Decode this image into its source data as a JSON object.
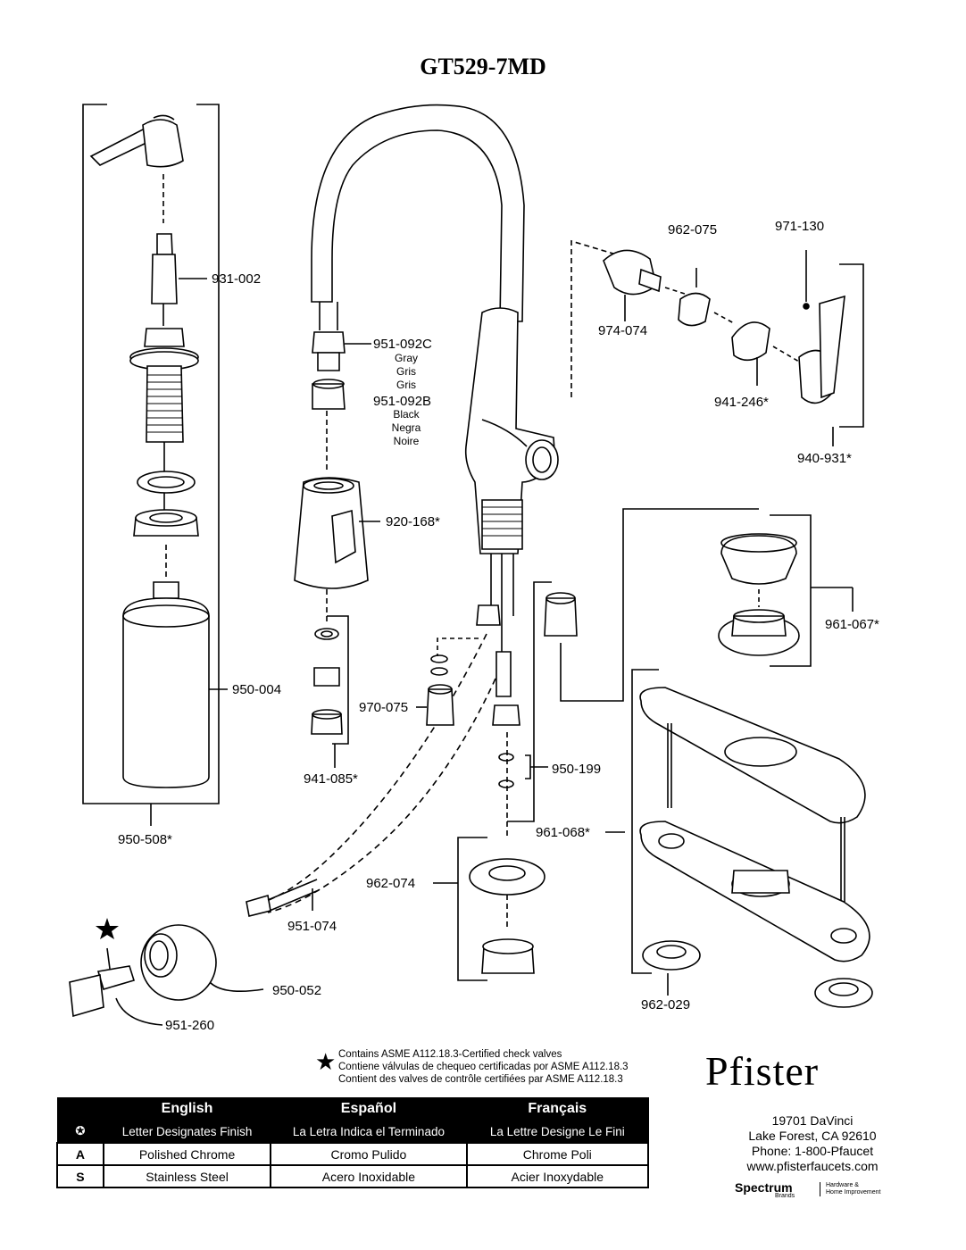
{
  "title": "GT529-7MD",
  "parts": {
    "p931_002": "931-002",
    "p950_004": "950-004",
    "p950_508": "950-508*",
    "p951_092C": "951-092C",
    "gray_en": "Gray",
    "gray_es": "Gris",
    "gray_fr": "Gris",
    "p951_092B": "951-092B",
    "black_en": "Black",
    "black_es": "Negra",
    "black_fr": "Noire",
    "p920_168": "920-168*",
    "p941_085": "941-085*",
    "p970_075": "970-075",
    "p951_074": "951-074",
    "p950_052": "950-052",
    "p951_260": "951-260",
    "p974_074": "974-074",
    "p962_075": "962-075",
    "p971_130": "971-130",
    "p941_246": "941-246*",
    "p940_931": "940-931*",
    "p961_067": "961-067*",
    "p950_199": "950-199",
    "p961_068": "961-068*",
    "p962_074": "962-074",
    "p962_029": "962-029"
  },
  "note": {
    "line_en": "Contains ASME A112.18.3-Certified check valves",
    "line_es": "Contiene válvulas de chequeo certificadas por ASME A112.18.3",
    "line_fr": "Contient des valves de contrôle certifiées par ASME A112.18.3"
  },
  "finish_table": {
    "headers": [
      "English",
      "Español",
      "Français"
    ],
    "key_symbol": "✪",
    "subheaders": [
      "Letter Designates Finish",
      "La Letra Indica el Terminado",
      "La Lettre Designe Le Fini"
    ],
    "rows": [
      {
        "code": "A",
        "en": "Polished Chrome",
        "es": "Cromo Pulido",
        "fr": "Chrome Poli"
      },
      {
        "code": "S",
        "en": "Stainless Steel",
        "es": "Acero Inoxidable",
        "fr": "Acier Inoxydable"
      }
    ]
  },
  "brand": {
    "logo": "Pfister",
    "address1": "19701 DaVinci",
    "address2": "Lake Forest, CA 92610",
    "phone": "Phone: 1-800-Pfaucet",
    "website": "www.pfisterfaucets.com",
    "parent": "Spectrum",
    "parent_sub": "Brands",
    "division_1": "Hardware &",
    "division_2": "Home Improvement"
  }
}
